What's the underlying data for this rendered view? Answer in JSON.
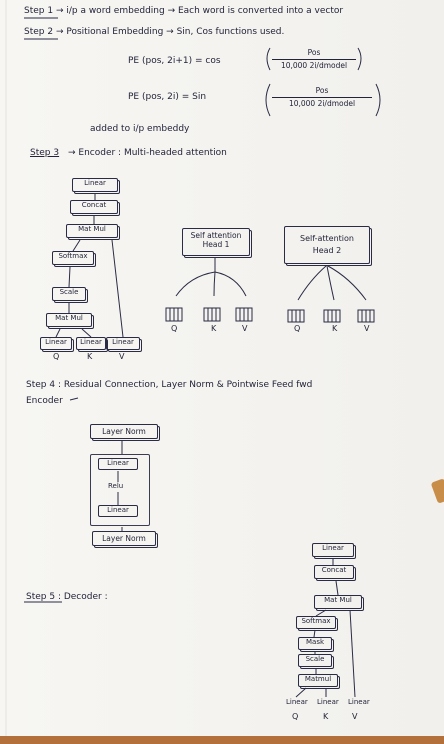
{
  "steps": {
    "s1": "Step 1 →   i/p  a word embedding → Each word is converted into a vector",
    "s2": "Step 2 →  Positional Embedding → Sin, Cos functions used.",
    "pe1_lhs": "PE (pos, 2i+1) = cos",
    "pe1_num": "Pos",
    "pe1_den": "10,000 2i/dmodel",
    "pe2_lhs": "PE (pos, 2i) = Sin",
    "pe2_num": "Pos",
    "pe2_den": "10,000 2i/dmodel",
    "added": "added to i/p embeddy",
    "s3_head": "Step 3",
    "s3_rest": "→  Encoder : Multi-headed attention",
    "s4": "Step 4 :  Residual Connection, Layer Norm & Pointwise Feed fwd",
    "s4b": "Encoder",
    "s5": "Step 5 : Decoder :"
  },
  "attn_stack": [
    "Linear",
    "Concat",
    "Mat Mul",
    "Softmax",
    "Scale",
    "Mat Mul"
  ],
  "attn_inputs": [
    "Linear",
    "Linear",
    "Linear"
  ],
  "qkv": [
    "Q",
    "K",
    "V"
  ],
  "head1": {
    "line1": "Self attention",
    "line2": "Head 1"
  },
  "head2": {
    "line1": "Self-attention",
    "line2": "Head 2"
  },
  "ffn": {
    "top": "Layer Norm",
    "l1": "Linear",
    "relu": "Relu",
    "l2": "Linear",
    "bottom": "Layer Norm"
  },
  "dec_stack": [
    "Linear",
    "Concat",
    "Mat Mul",
    "Softmax",
    "Mask",
    "Scale",
    "Matmul"
  ],
  "dec_inputs": [
    "Linear",
    "Linear",
    "Linear"
  ]
}
